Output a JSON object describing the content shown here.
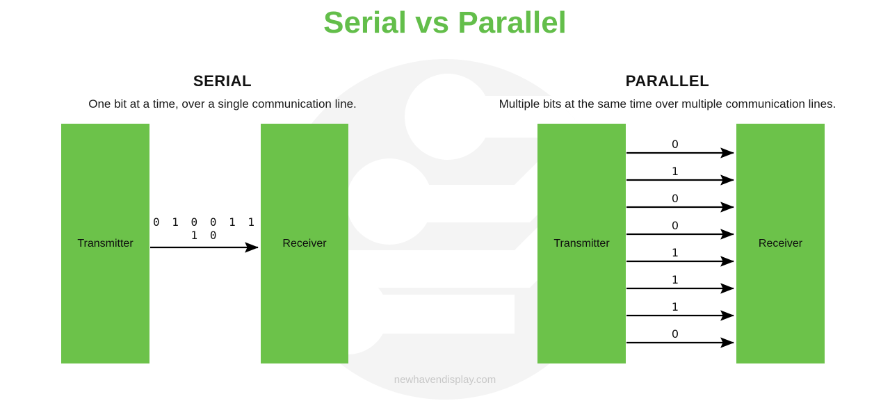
{
  "title": "Serial vs Parallel",
  "colors": {
    "title_green": "#63BE4A",
    "box_green": "#6CC24A",
    "watermark_gray": "#f4f4f4",
    "credit_gray": "#c8c8c8",
    "text_black": "#111111"
  },
  "serial": {
    "heading": "SERIAL",
    "subtitle": "One bit at a time, over a single communication line.",
    "transmitter_label": "Transmitter",
    "receiver_label": "Receiver",
    "bit_stream": "0 1 0 0 1 1 1 0"
  },
  "parallel": {
    "heading": "PARALLEL",
    "subtitle": "Multiple bits at the same time over multiple communication lines.",
    "transmitter_label": "Transmitter",
    "receiver_label": "Receiver",
    "bits": [
      "0",
      "1",
      "0",
      "0",
      "1",
      "1",
      "1",
      "0"
    ]
  },
  "credit": "newhavendisplay.com"
}
